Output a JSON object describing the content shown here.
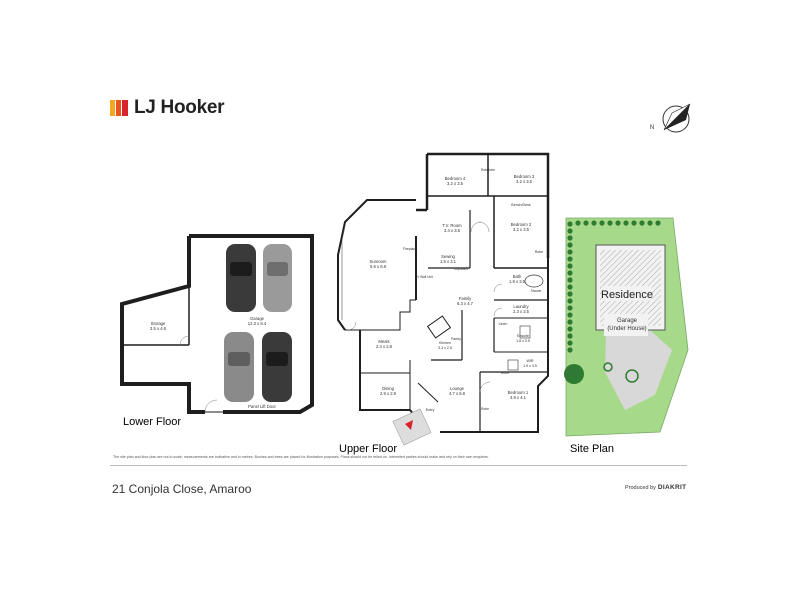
{
  "logo": {
    "text": "LJ Hooker",
    "bar_colors": [
      "#f5a623",
      "#e8531e",
      "#d8232a"
    ]
  },
  "compass": {
    "label": "N"
  },
  "floors": {
    "lower": {
      "title": "Lower Floor",
      "rooms": [
        {
          "name": "Storage",
          "dims": "3.5 x 4.6"
        },
        {
          "name": "Garage",
          "dims": "12.3 x 8.4"
        }
      ],
      "door_label": "Panel Lift Door"
    },
    "upper": {
      "title": "Upper Floor",
      "rooms": [
        {
          "name": "Bedroom 4",
          "dims": "3.2 x 3.5"
        },
        {
          "name": "Bedroom 3",
          "dims": "3.2 x 3.5"
        },
        {
          "name": "T.V. Room",
          "dims": "3.4 x 3.5"
        },
        {
          "name": "Bedroom 2",
          "dims": "3.2 x 3.5"
        },
        {
          "name": "Sunroom",
          "dims": "5.6 x 6.8"
        },
        {
          "name": "Sewing",
          "dims": "1.5 x 3.1"
        },
        {
          "name": "Bath",
          "dims": "1.8 x 3.5"
        },
        {
          "name": "Family",
          "dims": "6.3 x 4.7"
        },
        {
          "name": "Laundry",
          "dims": "2.3 x 3.5"
        },
        {
          "name": "Meals",
          "dims": "2.4 x 2.8"
        },
        {
          "name": "Kitchen",
          "dims": "3.3 x 2.5"
        },
        {
          "name": "Ensuite",
          "dims": "1.8 x 3.5"
        },
        {
          "name": "WIR",
          "dims": "1.9 x 3.5"
        },
        {
          "name": "Dining",
          "dims": "2.9 x 2.9"
        },
        {
          "name": "Lounge",
          "dims": "4.7 x 5.8"
        },
        {
          "name": "Bedroom 1",
          "dims": "3.9 x 4.1"
        }
      ],
      "labels": {
        "robe": "Robe",
        "linen": "Linen",
        "pantry": "Pantry",
        "fireplace": "Fireplace",
        "entry": "Entry",
        "bench_desk": "Bench/Desk",
        "wall_unit": "TV Wall Unit",
        "cupboard": "Cupboard",
        "shower": "Shower"
      }
    },
    "site": {
      "title": "Site Plan",
      "residence": "Residence",
      "garage_line1": "Garage",
      "garage_line2": "(Under House)"
    }
  },
  "disclaimer": "The site plan and floor plan are not to scale, measurements are indicative and in metres. Bushes and trees are placed for illustration purposes. Plans should not be relied on. Interested parties should make and rely on their own enquiries.",
  "footer": {
    "address": "21 Conjola Close, Amaroo",
    "produced_by": "Produced by",
    "brand": "DIAKRIT"
  }
}
